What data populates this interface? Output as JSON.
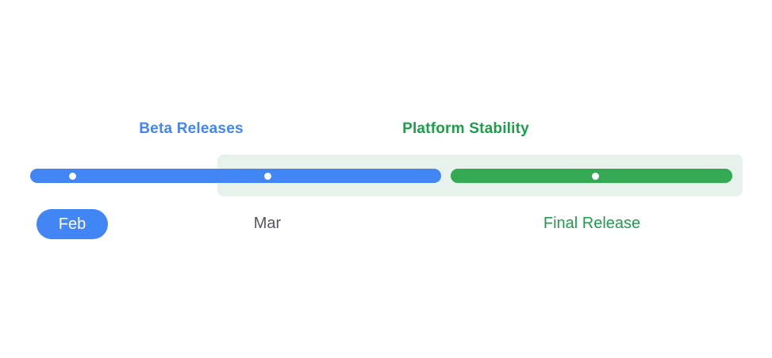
{
  "colors": {
    "blue": "#4285F4",
    "green": "#34A853",
    "green_text": "#1E9E4B",
    "green_bg": "#E6F2EB",
    "gray_text": "#54585C"
  },
  "phases": [
    {
      "label": "Beta Releases",
      "bar_color": "#4285F4"
    },
    {
      "label": "Platform Stability",
      "bar_color": "#34A853"
    }
  ],
  "milestones": [
    {
      "label": "Feb",
      "style": "blue-pill",
      "phase": "Beta Releases"
    },
    {
      "label": "Mar",
      "style": "gray-text",
      "phase": "Beta Releases"
    },
    {
      "label": "Final Release",
      "style": "green-text",
      "phase": "Platform Stability"
    }
  ]
}
